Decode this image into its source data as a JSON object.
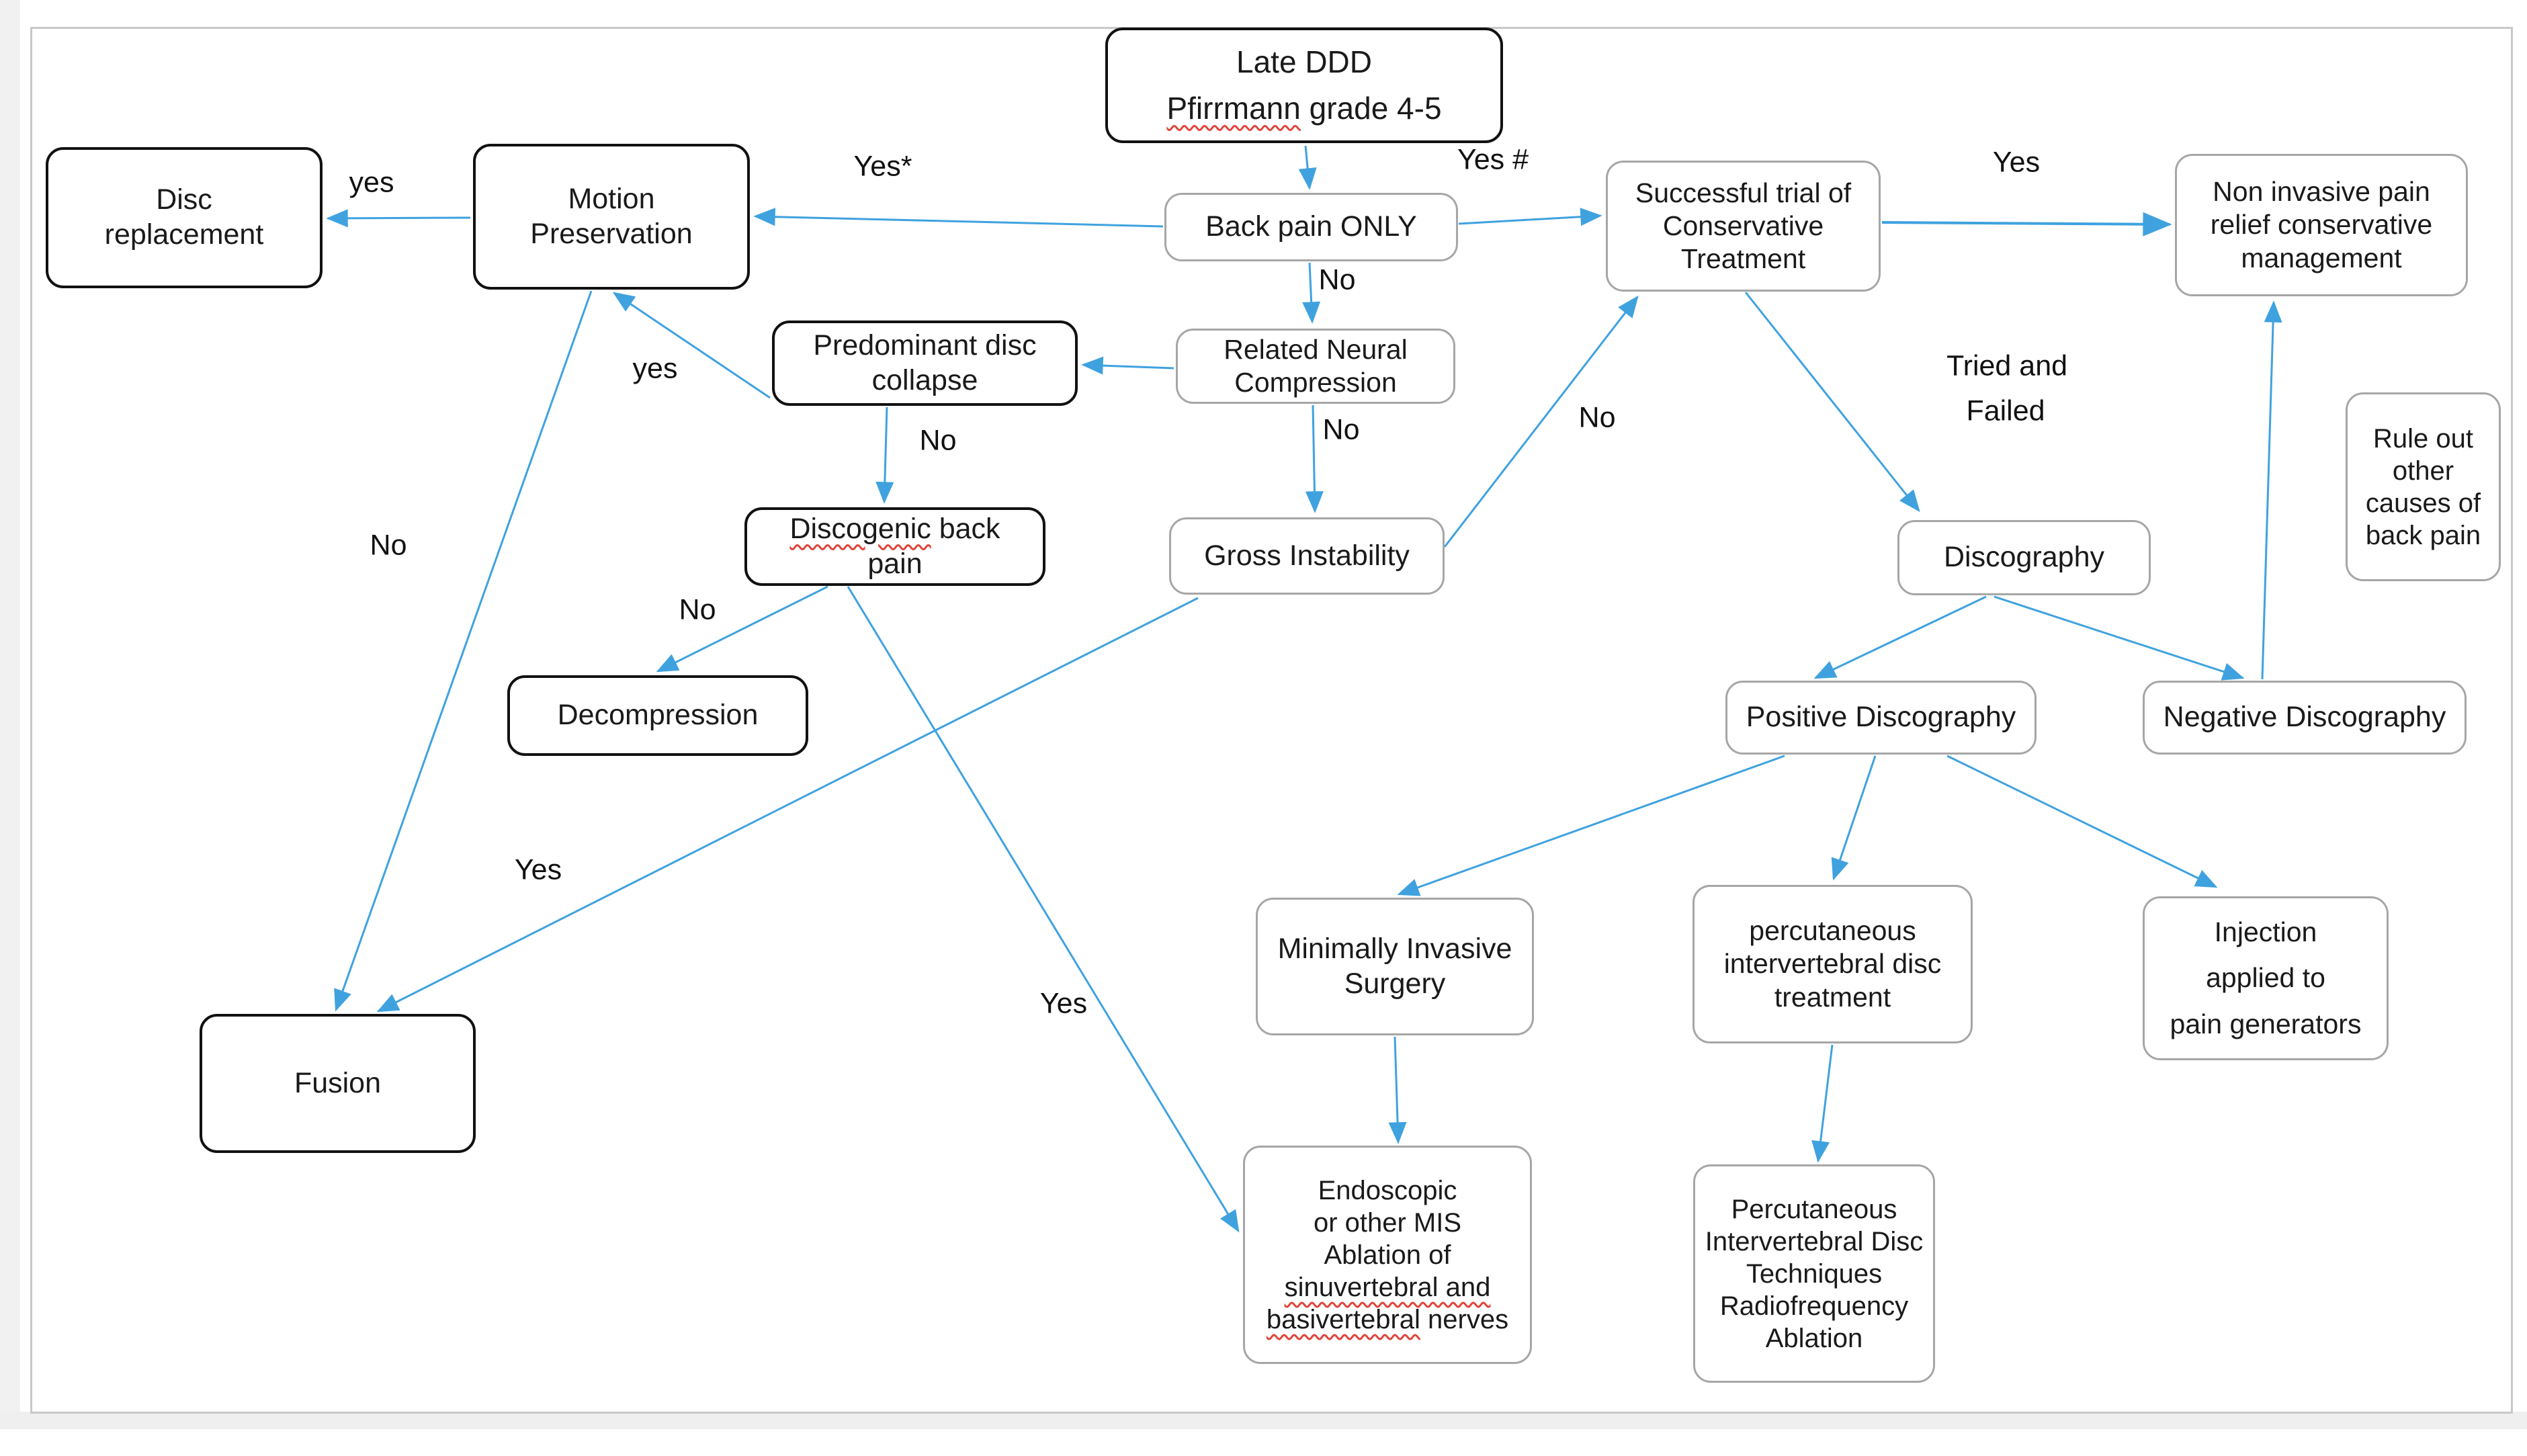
{
  "title": "Late DDD treatment decision flowchart",
  "colors": {
    "arrow": "#3fa2df",
    "black_box_border": "#111111",
    "gray_box_border": "#a6a6a6",
    "frame": "#c7c8c9"
  },
  "nodes": {
    "late_ddd": {
      "l1": "Late DDD",
      "l2a": "Pfirrmann",
      "l2b": " grade 4-5"
    },
    "back_pain_only": {
      "l1": "Back pain ONLY"
    },
    "disc_replacement": {
      "l1": "Disc",
      "l2": "replacement"
    },
    "motion_preservation": {
      "l1": "Motion",
      "l2": "Preservation"
    },
    "successful_trial": {
      "l1": "Successful trial of",
      "l2": "Conservative",
      "l3": "Treatment"
    },
    "non_invasive": {
      "l1": "Non invasive pain",
      "l2": "relief conservative",
      "l3": "management"
    },
    "predominant_disc_collapse": {
      "l1": "Predominant disc",
      "l2": "collapse"
    },
    "related_neural_compression": {
      "l1": "Related Neural",
      "l2": "Compression"
    },
    "discogenic_back_pain": {
      "l1a": "Discogenic",
      "l1b": " back",
      "l2": "pain"
    },
    "gross_instability": {
      "l1": "Gross Instability"
    },
    "discography": {
      "l1": "Discography"
    },
    "rule_out": {
      "l1": "Rule out",
      "l2": "other",
      "l3": "causes of",
      "l4": "back pain"
    },
    "decompression": {
      "l1": "Decompression"
    },
    "positive_discography": {
      "l1": "Positive Discography"
    },
    "negative_discography": {
      "l1": "Negative Discography"
    },
    "fusion": {
      "l1": "Fusion"
    },
    "minimally_invasive_surgery": {
      "l1": "Minimally Invasive",
      "l2": "Surgery"
    },
    "percutaneous_treatment": {
      "l1": "percutaneous",
      "l2": "intervertebral disc",
      "l3": "treatment"
    },
    "injection": {
      "l1": "Injection",
      "l2": "applied to",
      "l3": "pain generators"
    },
    "endoscopic": {
      "p1": "Endoscopic",
      "p2": "or other MIS",
      "p3l1": "Ablation of",
      "p3l2": "sinuvertebral and",
      "p3l3a": "basivertebral",
      "p3l3b": " nerves"
    },
    "percutaneous_techniques": {
      "p1l1": "Percutaneous",
      "p1l2": "Intervertebral Disc",
      "p1l3": "Techniques",
      "p2l1": "Radiofrequency",
      "p2l2": "Ablation"
    }
  },
  "edge_labels": {
    "yes_to_disc_replacement": "yes",
    "yes_star": "Yes*",
    "yes_hash": "Yes #",
    "yes_to_non_invasive": "Yes",
    "no_back_pain_down": "No",
    "yes_predominant_to_mp": "yes",
    "no_rnc_down": "No",
    "no_predominant_down": "No",
    "no_gross_to_successful": "No",
    "tried_and": "Tried and",
    "failed": "Failed",
    "no_mp_to_fusion": "No",
    "no_discogenic_to_decompression": "No",
    "yes_gross_to_fusion": "Yes",
    "yes_discogenic_to_endoscopic": "Yes"
  }
}
